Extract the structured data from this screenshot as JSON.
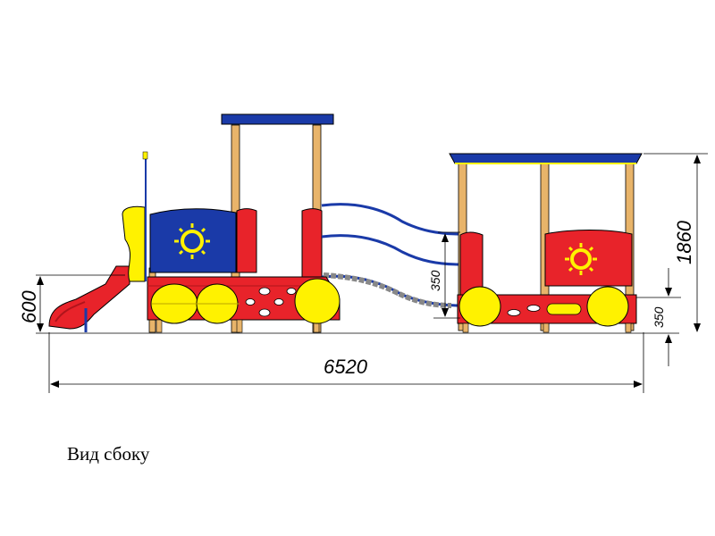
{
  "caption": "Вид сбоку",
  "dimensions": {
    "overall_length": "6520",
    "slide_height": "600",
    "total_height": "1860",
    "bridge_height": "350",
    "wagon_floor_height": "350"
  },
  "colors": {
    "red": "#e8232a",
    "yellow": "#fff200",
    "blue": "#1a3aa8",
    "wood": "#e8b46a",
    "dark_red": "#b0141b",
    "line": "#000000"
  }
}
